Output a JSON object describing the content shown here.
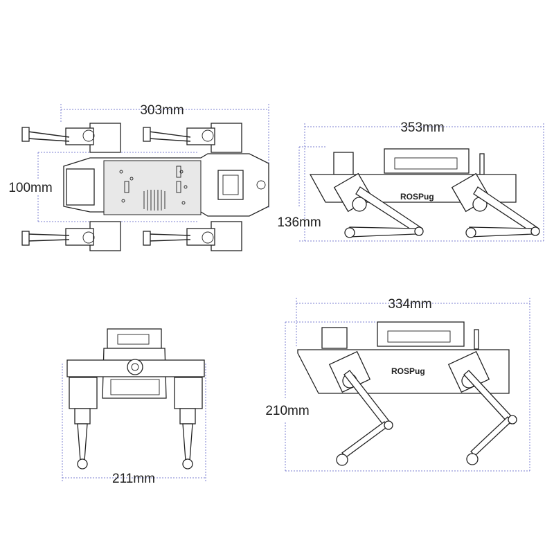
{
  "views": {
    "top": {
      "width_label": "303mm",
      "height_label": "100mm"
    },
    "side": {
      "width_label": "353mm",
      "height_label": "136mm",
      "logo": "ROSPug"
    },
    "front": {
      "width_label": "211mm"
    },
    "standing": {
      "width_label": "334mm",
      "height_label": "210mm",
      "logo": "ROSPug"
    }
  },
  "colors": {
    "dimension_line": "#7b7fd0",
    "drawing": "#222222"
  }
}
